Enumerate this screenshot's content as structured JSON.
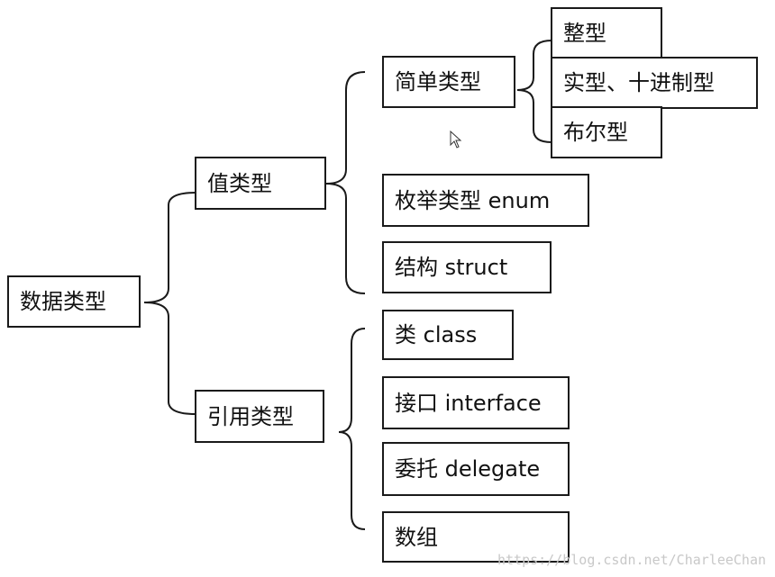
{
  "diagram": {
    "root": "数据类型",
    "value_type": {
      "label": "值类型",
      "simple_type": {
        "label": "简单类型",
        "children": [
          "整型",
          "实型、十进制型",
          "布尔型"
        ]
      },
      "children": [
        "枚举类型 enum",
        "结构 struct"
      ]
    },
    "reference_type": {
      "label": "引用类型",
      "children": [
        "类 class",
        "接口 interface",
        "委托 delegate",
        "数组"
      ]
    }
  },
  "watermark": "https://blog.csdn.net/CharleeChan"
}
